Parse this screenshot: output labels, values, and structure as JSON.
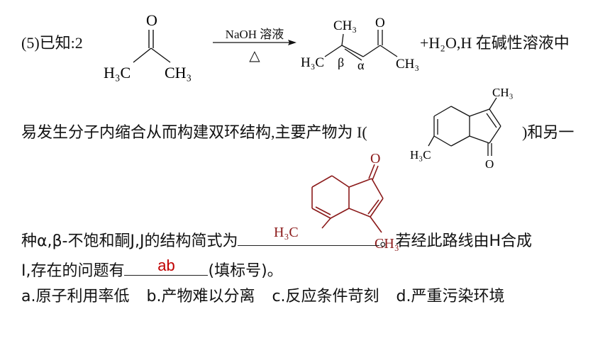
{
  "line1": {
    "prefix": "(5)已知:2",
    "reagent": "NaOH 溶液",
    "condition": "△",
    "suffix": "+H₂O,H 在碱性溶液中"
  },
  "acetone": {
    "o": "O",
    "left": "H₃C",
    "right": "CH₃"
  },
  "product": {
    "ch3": "CH₃",
    "o": "O",
    "left": "H₃C",
    "beta": "β",
    "alpha": "α",
    "right": "CH₃"
  },
  "line2": {
    "prefix": "易发生分子内缩合从而构建双环结构,主要产物为 I(",
    "suffix": ")和另一"
  },
  "compound_I": {
    "ch3": "CH₃",
    "h3c": "H₃C",
    "o": "O"
  },
  "compound_J": {
    "o": "O",
    "h3c": "H₃C",
    "ch3": "CH₃"
  },
  "line3": {
    "prefix": "种α,β-不饱和酮J,J的结构简式为",
    "suffix": "。若经此路线由H合成"
  },
  "line4": {
    "prefix": "I,存在的问题有",
    "answer": "ab",
    "suffix": "(填标号)。"
  },
  "options": {
    "a": "a.原子利用率低",
    "b": "b.产物难以分离",
    "c": "c.反应条件苛刻",
    "d": "d.严重污染环境"
  },
  "colors": {
    "answer": "#c00000",
    "text": "#111111"
  }
}
